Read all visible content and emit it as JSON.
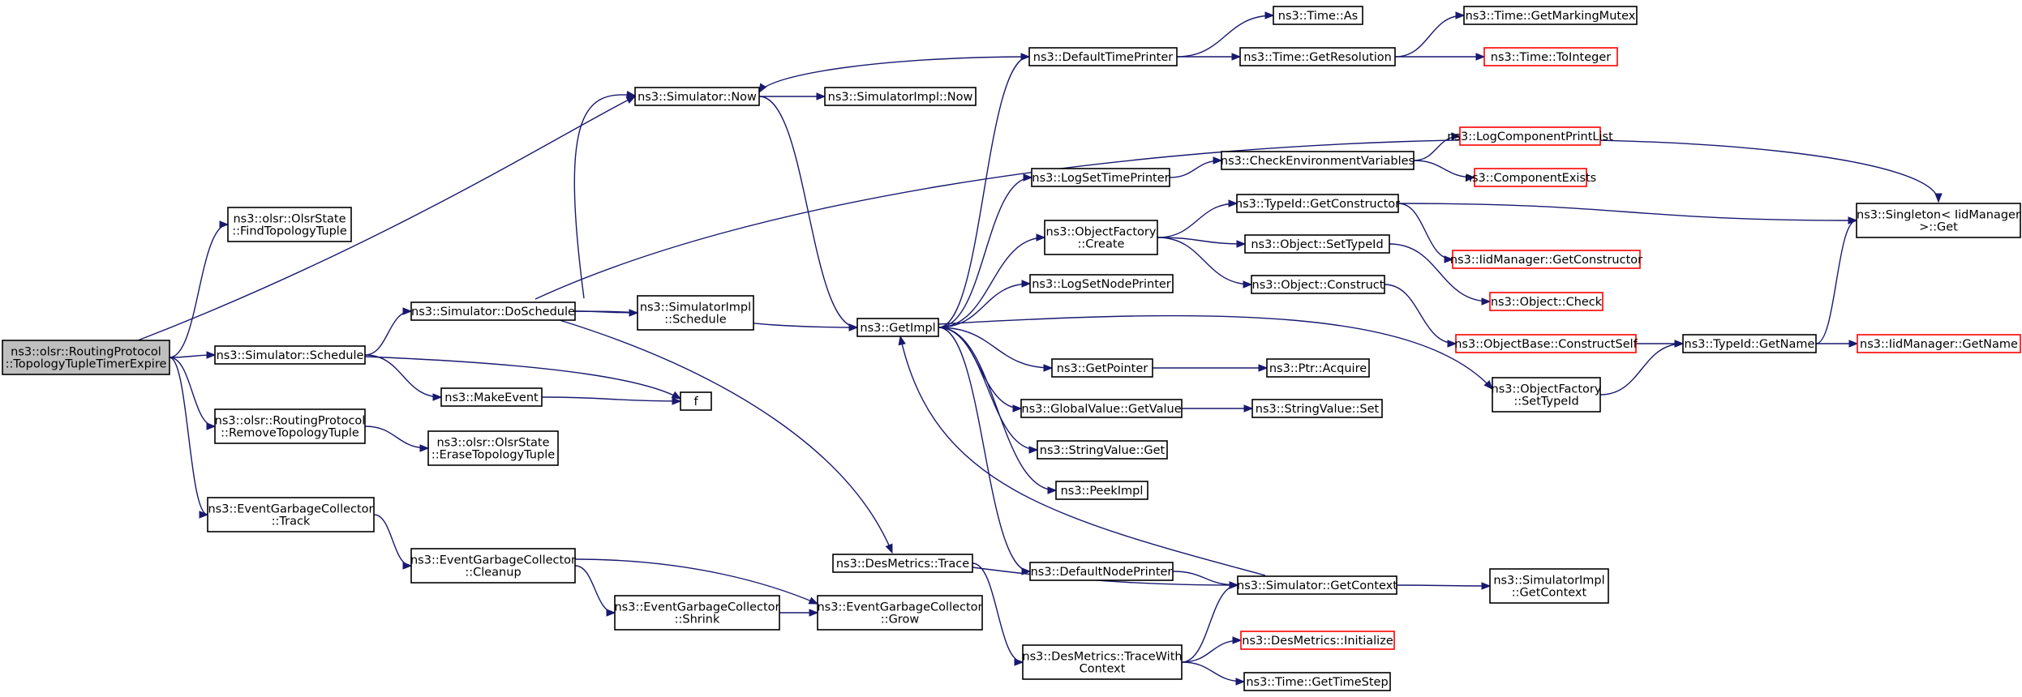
{
  "colors": {
    "edge": "#191970",
    "root_fill": "#bfbfbf",
    "node_fill": "#ffffff",
    "node_border": "#000000",
    "truncated_border": "#ff0000"
  },
  "nodes": [
    {
      "id": "root",
      "lines": [
        "ns3::olsr::RoutingProtocol",
        "::TopologyTupleTimerExpire"
      ],
      "style": "root"
    },
    {
      "id": "find",
      "lines": [
        "ns3::olsr::OlsrState",
        "::FindTopologyTuple"
      ],
      "style": "normal"
    },
    {
      "id": "sched",
      "lines": [
        "ns3::Simulator::Schedule"
      ],
      "style": "normal"
    },
    {
      "id": "remove",
      "lines": [
        "ns3::olsr::RoutingProtocol",
        "::RemoveTopologyTuple"
      ],
      "style": "normal"
    },
    {
      "id": "track",
      "lines": [
        "ns3::EventGarbageCollector",
        "::Track"
      ],
      "style": "normal"
    },
    {
      "id": "now",
      "lines": [
        "ns3::Simulator::Now"
      ],
      "style": "normal"
    },
    {
      "id": "dosched",
      "lines": [
        "ns3::Simulator::DoSchedule"
      ],
      "style": "normal"
    },
    {
      "id": "makeevent",
      "lines": [
        "ns3::MakeEvent"
      ],
      "style": "normal"
    },
    {
      "id": "erase",
      "lines": [
        "ns3::olsr::OlsrState",
        "::EraseTopologyTuple"
      ],
      "style": "normal"
    },
    {
      "id": "cleanup",
      "lines": [
        "ns3::EventGarbageCollector",
        "::Cleanup"
      ],
      "style": "normal"
    },
    {
      "id": "shrink",
      "lines": [
        "ns3::EventGarbageCollector",
        "::Shrink"
      ],
      "style": "normal"
    },
    {
      "id": "grow",
      "lines": [
        "ns3::EventGarbageCollector",
        "::Grow"
      ],
      "style": "normal"
    },
    {
      "id": "f",
      "lines": [
        "f"
      ],
      "style": "normal"
    },
    {
      "id": "implnow",
      "lines": [
        "ns3::SimulatorImpl::Now"
      ],
      "style": "normal"
    },
    {
      "id": "implsched",
      "lines": [
        "ns3::SimulatorImpl",
        "::Schedule"
      ],
      "style": "normal"
    },
    {
      "id": "desmetrics",
      "lines": [
        "ns3::DesMetrics::Trace"
      ],
      "style": "normal"
    },
    {
      "id": "getimpl",
      "lines": [
        "ns3::GetImpl"
      ],
      "style": "normal"
    },
    {
      "id": "deftp",
      "lines": [
        "ns3::DefaultTimePrinter"
      ],
      "style": "normal"
    },
    {
      "id": "logstp",
      "lines": [
        "ns3::LogSetTimePrinter"
      ],
      "style": "normal"
    },
    {
      "id": "ofcreate",
      "lines": [
        "ns3::ObjectFactory",
        "::Create"
      ],
      "style": "normal"
    },
    {
      "id": "logsnp",
      "lines": [
        "ns3::LogSetNodePrinter"
      ],
      "style": "normal"
    },
    {
      "id": "getptr",
      "lines": [
        "ns3::GetPointer"
      ],
      "style": "normal"
    },
    {
      "id": "gvget",
      "lines": [
        "ns3::GlobalValue::GetValue"
      ],
      "style": "normal"
    },
    {
      "id": "svget",
      "lines": [
        "ns3::StringValue::Get"
      ],
      "style": "normal"
    },
    {
      "id": "peek",
      "lines": [
        "ns3::PeekImpl"
      ],
      "style": "normal"
    },
    {
      "id": "defnp",
      "lines": [
        "ns3::DefaultNodePrinter"
      ],
      "style": "normal"
    },
    {
      "id": "twc",
      "lines": [
        "ns3::DesMetrics::TraceWith",
        "Context"
      ],
      "style": "normal"
    },
    {
      "id": "timeas",
      "lines": [
        "ns3::Time::As"
      ],
      "style": "normal"
    },
    {
      "id": "getres",
      "lines": [
        "ns3::Time::GetResolution"
      ],
      "style": "normal"
    },
    {
      "id": "checkenv",
      "lines": [
        "ns3::CheckEnvironmentVariables"
      ],
      "style": "normal"
    },
    {
      "id": "getctor",
      "lines": [
        "ns3::TypeId::GetConstructor"
      ],
      "style": "normal"
    },
    {
      "id": "settid",
      "lines": [
        "ns3::Object::SetTypeId"
      ],
      "style": "normal"
    },
    {
      "id": "construct",
      "lines": [
        "ns3::Object::Construct"
      ],
      "style": "normal"
    },
    {
      "id": "acquire",
      "lines": [
        "ns3::Ptr::Acquire"
      ],
      "style": "normal"
    },
    {
      "id": "svset",
      "lines": [
        "ns3::StringValue::Set"
      ],
      "style": "normal"
    },
    {
      "id": "getctx",
      "lines": [
        "ns3::Simulator::GetContext"
      ],
      "style": "normal"
    },
    {
      "id": "init",
      "lines": [
        "ns3::DesMetrics::Initialize"
      ],
      "style": "truncated"
    },
    {
      "id": "timestep",
      "lines": [
        "ns3::Time::GetTimeStep"
      ],
      "style": "normal"
    },
    {
      "id": "mutex",
      "lines": [
        "ns3::Time::GetMarkingMutex"
      ],
      "style": "normal"
    },
    {
      "id": "toint",
      "lines": [
        "ns3::Time::ToInteger"
      ],
      "style": "truncated"
    },
    {
      "id": "lcpl",
      "lines": [
        "ns3::LogComponentPrintList"
      ],
      "style": "truncated"
    },
    {
      "id": "compexists",
      "lines": [
        "ns3::ComponentExists"
      ],
      "style": "truncated"
    },
    {
      "id": "iidgetctor",
      "lines": [
        "ns3::IidManager::GetConstructor"
      ],
      "style": "truncated"
    },
    {
      "id": "objcheck",
      "lines": [
        "ns3::Object::Check"
      ],
      "style": "truncated"
    },
    {
      "id": "constructself",
      "lines": [
        "ns3::ObjectBase::ConstructSelf"
      ],
      "style": "truncated"
    },
    {
      "id": "ofsettid",
      "lines": [
        "ns3::ObjectFactory",
        "::SetTypeId"
      ],
      "style": "normal"
    },
    {
      "id": "implgetctx",
      "lines": [
        "ns3::SimulatorImpl",
        "::GetContext"
      ],
      "style": "normal"
    },
    {
      "id": "singleton",
      "lines": [
        "ns3::Singleton< IidManager",
        ">::Get"
      ],
      "style": "normal"
    },
    {
      "id": "tidgetname",
      "lines": [
        "ns3::TypeId::GetName"
      ],
      "style": "normal"
    },
    {
      "id": "iidgetname",
      "lines": [
        "ns3::IidManager::GetName"
      ],
      "style": "truncated"
    }
  ],
  "edges": [
    [
      "root",
      "find"
    ],
    [
      "root",
      "now"
    ],
    [
      "root",
      "sched"
    ],
    [
      "root",
      "remove"
    ],
    [
      "root",
      "track"
    ],
    [
      "sched",
      "dosched"
    ],
    [
      "sched",
      "makeevent"
    ],
    [
      "sched",
      "f"
    ],
    [
      "makeevent",
      "f"
    ],
    [
      "remove",
      "erase"
    ],
    [
      "track",
      "cleanup"
    ],
    [
      "cleanup",
      "shrink"
    ],
    [
      "cleanup",
      "grow"
    ],
    [
      "shrink",
      "grow"
    ],
    [
      "dosched",
      "now"
    ],
    [
      "dosched",
      "getimpl"
    ],
    [
      "dosched",
      "implsched"
    ],
    [
      "dosched",
      "desmetrics"
    ],
    [
      "dosched",
      "singleton"
    ],
    [
      "now",
      "implnow"
    ],
    [
      "now",
      "getimpl"
    ],
    [
      "desmetrics",
      "twc"
    ],
    [
      "desmetrics",
      "getctx"
    ],
    [
      "getimpl",
      "deftp"
    ],
    [
      "getimpl",
      "logstp"
    ],
    [
      "getimpl",
      "ofcreate"
    ],
    [
      "getimpl",
      "logsnp"
    ],
    [
      "getimpl",
      "getptr"
    ],
    [
      "getimpl",
      "gvget"
    ],
    [
      "getimpl",
      "svget"
    ],
    [
      "getimpl",
      "peek"
    ],
    [
      "getimpl",
      "defnp"
    ],
    [
      "getimpl",
      "ofsettid"
    ],
    [
      "deftp",
      "now"
    ],
    [
      "deftp",
      "timeas"
    ],
    [
      "deftp",
      "getres"
    ],
    [
      "getres",
      "mutex"
    ],
    [
      "getres",
      "toint"
    ],
    [
      "logstp",
      "checkenv"
    ],
    [
      "checkenv",
      "lcpl"
    ],
    [
      "checkenv",
      "compexists"
    ],
    [
      "ofcreate",
      "getctor"
    ],
    [
      "ofcreate",
      "settid"
    ],
    [
      "ofcreate",
      "construct"
    ],
    [
      "getctor",
      "singleton"
    ],
    [
      "getctor",
      "iidgetctor"
    ],
    [
      "settid",
      "objcheck"
    ],
    [
      "construct",
      "constructself"
    ],
    [
      "constructself",
      "tidgetname"
    ],
    [
      "ofsettid",
      "tidgetname"
    ],
    [
      "tidgetname",
      "singleton"
    ],
    [
      "tidgetname",
      "iidgetname"
    ],
    [
      "getptr",
      "acquire"
    ],
    [
      "gvget",
      "svset"
    ],
    [
      "defnp",
      "getctx"
    ],
    [
      "getctx",
      "getimpl"
    ],
    [
      "getctx",
      "implgetctx"
    ],
    [
      "twc",
      "getctx"
    ],
    [
      "twc",
      "init"
    ],
    [
      "twc",
      "timestep"
    ]
  ]
}
